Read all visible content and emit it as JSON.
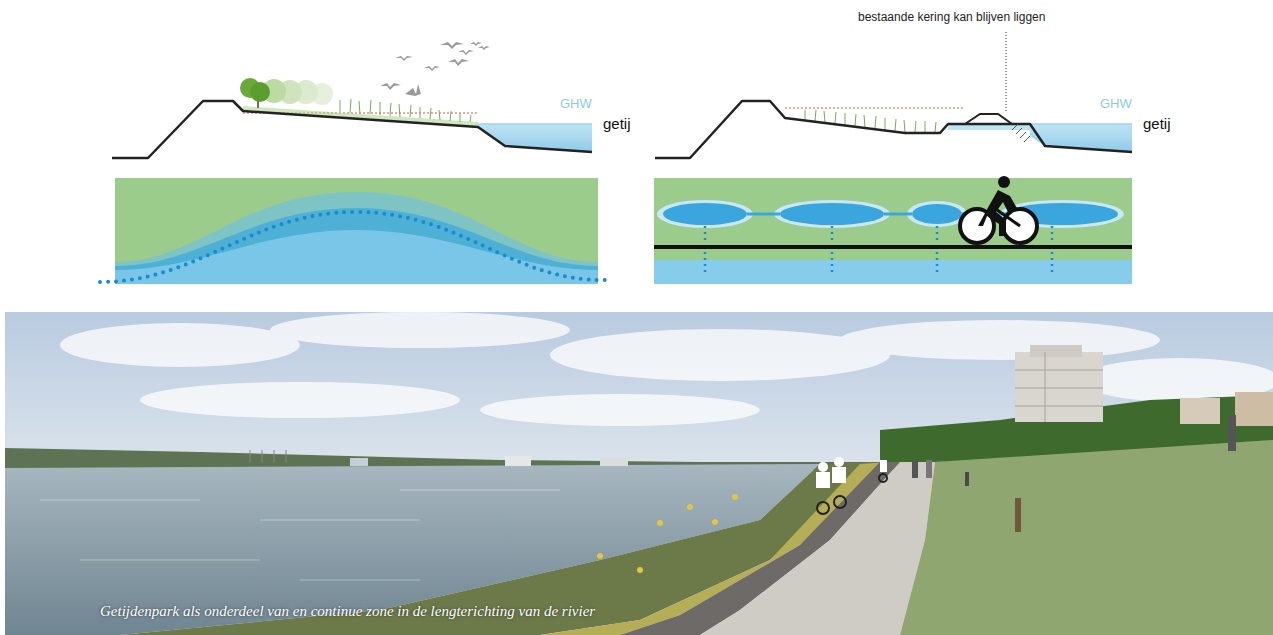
{
  "diagram": {
    "caption": "Getijdenpark als onderdeel van en continue zone in de lengterichting van de rivier",
    "labels": [
      "bestaande kering kan blijven liggen",
      "GHW",
      "getij",
      "GHW",
      "getij"
    ]
  }
}
